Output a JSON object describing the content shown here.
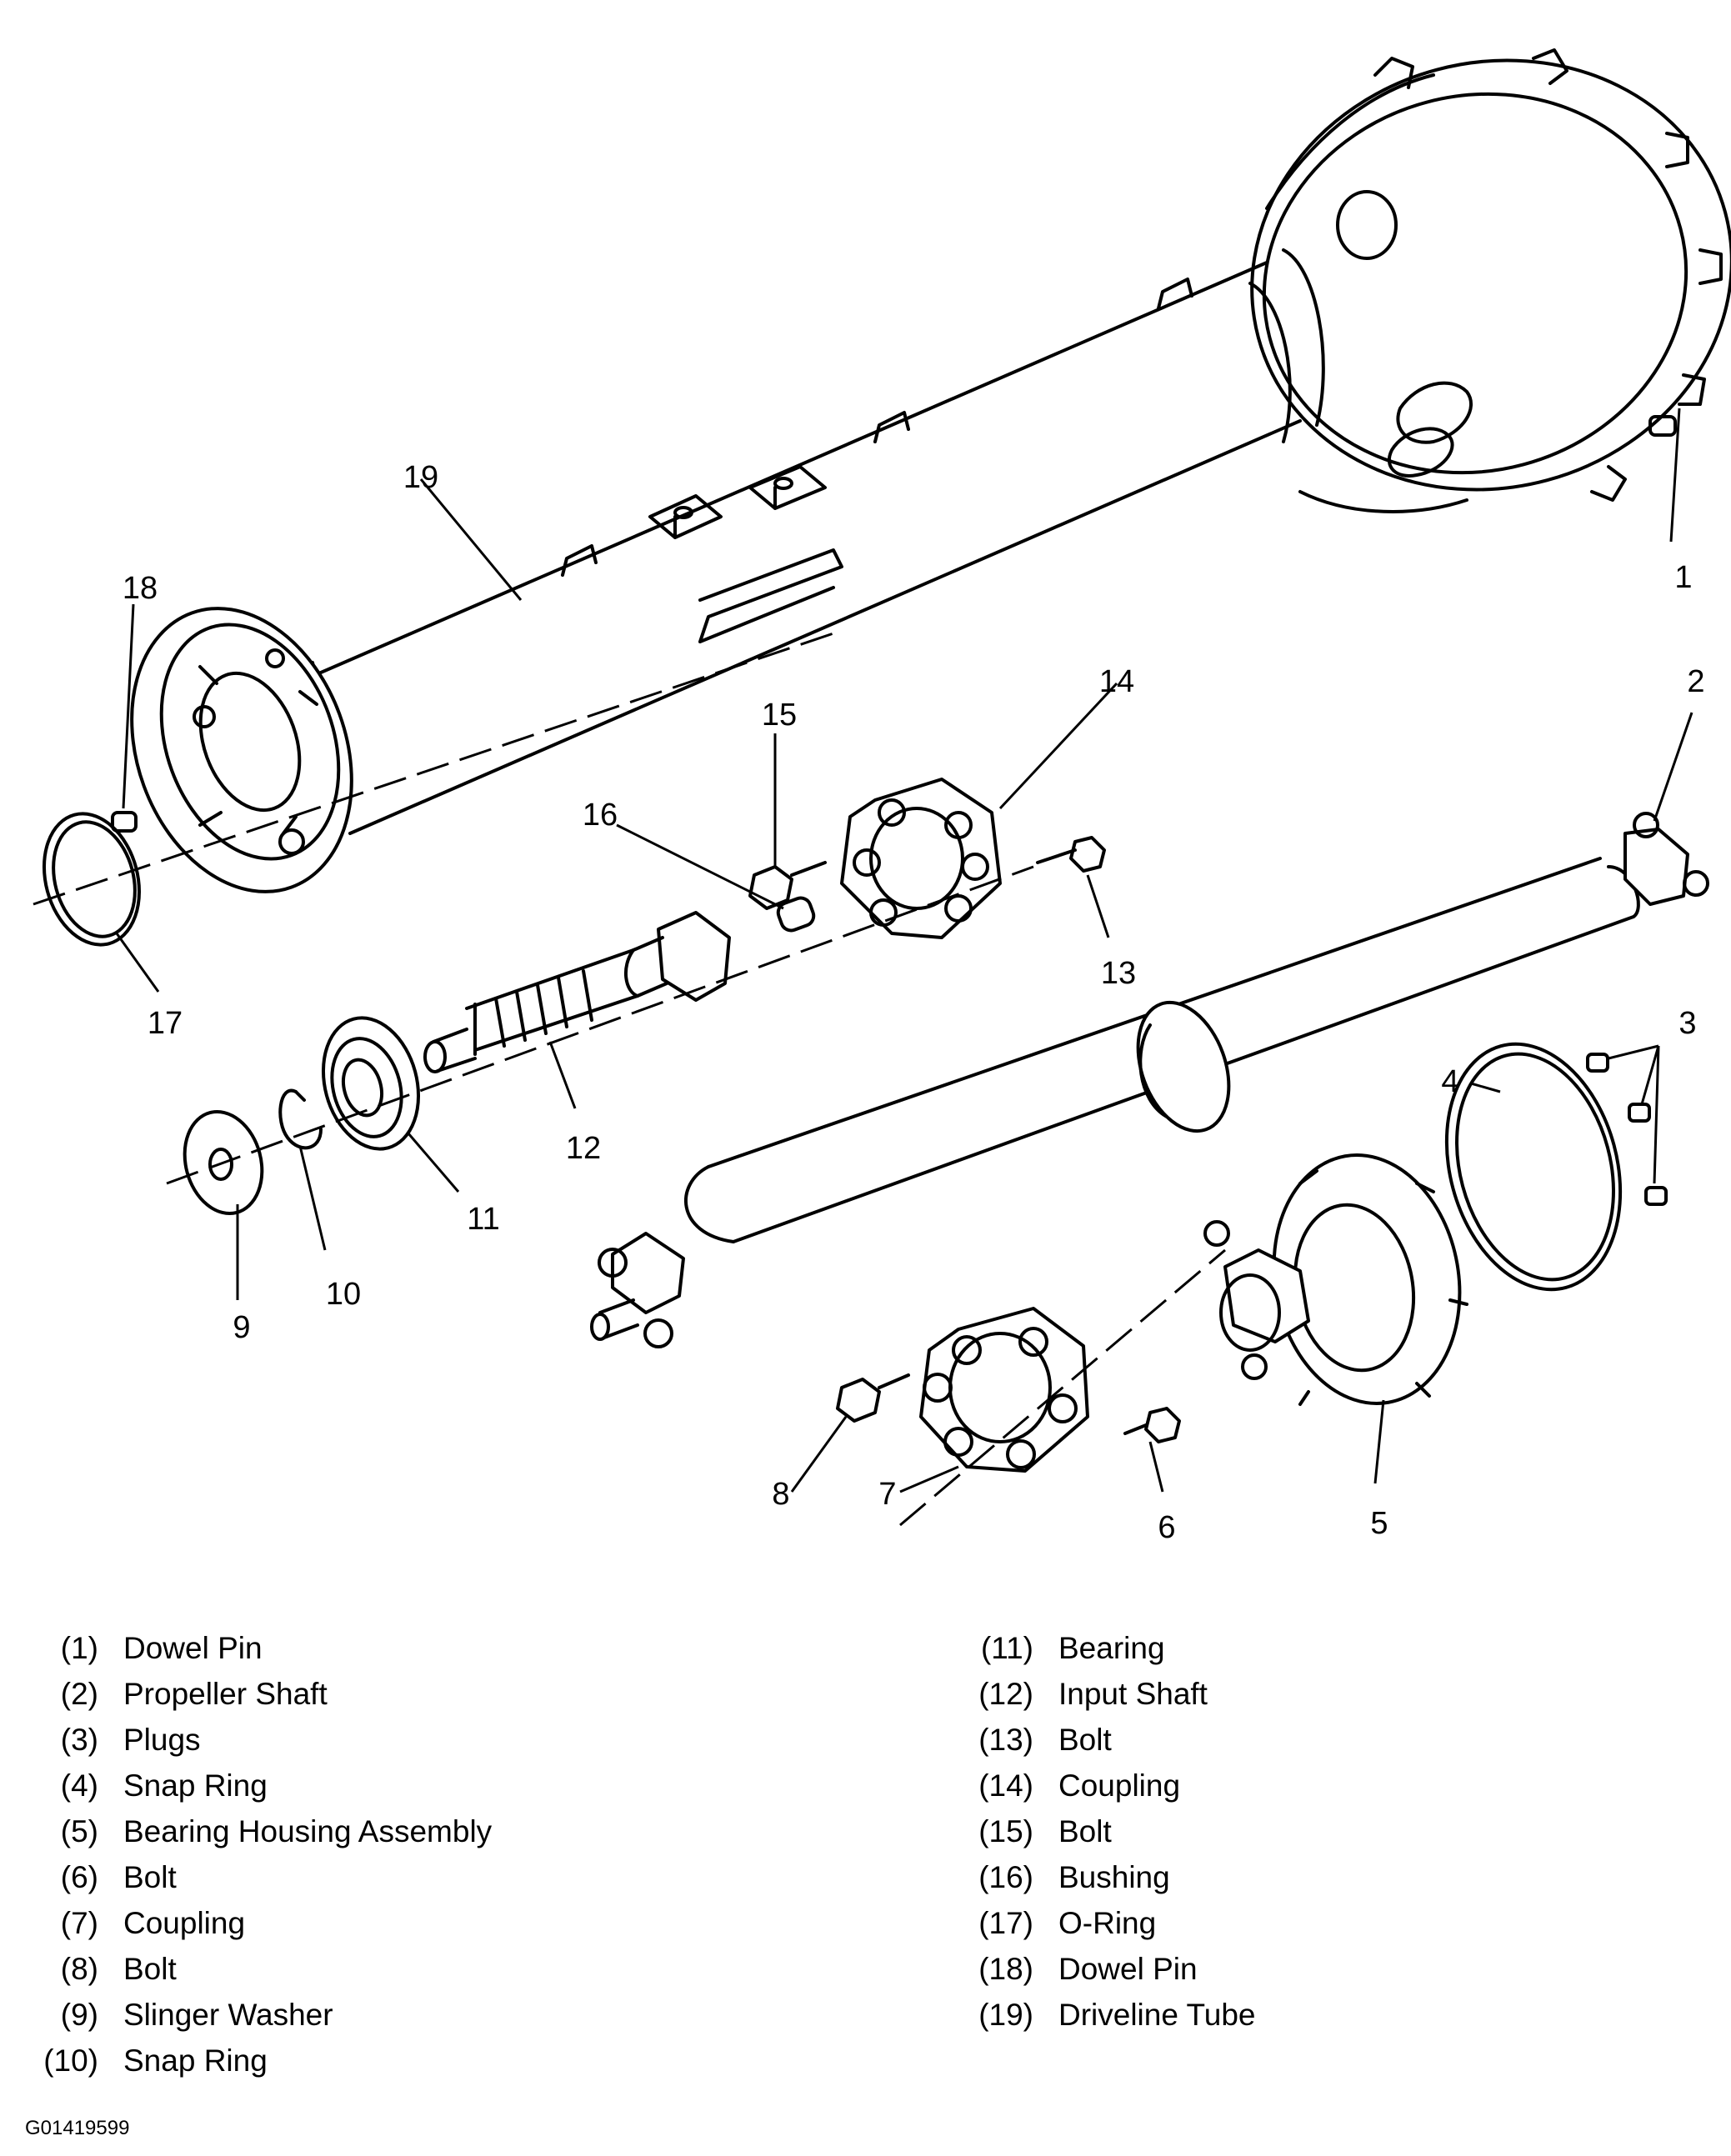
{
  "callouts": [
    "1",
    "2",
    "3",
    "4",
    "5",
    "6",
    "7",
    "8",
    "9",
    "10",
    "11",
    "12",
    "13",
    "14",
    "15",
    "16",
    "17",
    "18",
    "19"
  ],
  "legend_left": [
    {
      "num": "(1)",
      "label": "Dowel Pin"
    },
    {
      "num": "(2)",
      "label": "Propeller Shaft"
    },
    {
      "num": "(3)",
      "label": "Plugs"
    },
    {
      "num": "(4)",
      "label": "Snap Ring"
    },
    {
      "num": "(5)",
      "label": "Bearing Housing Assembly"
    },
    {
      "num": "(6)",
      "label": "Bolt"
    },
    {
      "num": "(7)",
      "label": "Coupling"
    },
    {
      "num": "(8)",
      "label": "Bolt"
    },
    {
      "num": "(9)",
      "label": "Slinger Washer"
    },
    {
      "num": "(10)",
      "label": "Snap Ring"
    }
  ],
  "legend_right": [
    {
      "num": "(11)",
      "label": "Bearing"
    },
    {
      "num": "(12)",
      "label": "Input Shaft"
    },
    {
      "num": "(13)",
      "label": "Bolt"
    },
    {
      "num": "(14)",
      "label": "Coupling"
    },
    {
      "num": "(15)",
      "label": "Bolt"
    },
    {
      "num": "(16)",
      "label": "Bushing"
    },
    {
      "num": "(17)",
      "label": "O-Ring"
    },
    {
      "num": "(18)",
      "label": "Dowel Pin"
    },
    {
      "num": "(19)",
      "label": "Driveline Tube"
    }
  ],
  "figure_id": "G01419599"
}
